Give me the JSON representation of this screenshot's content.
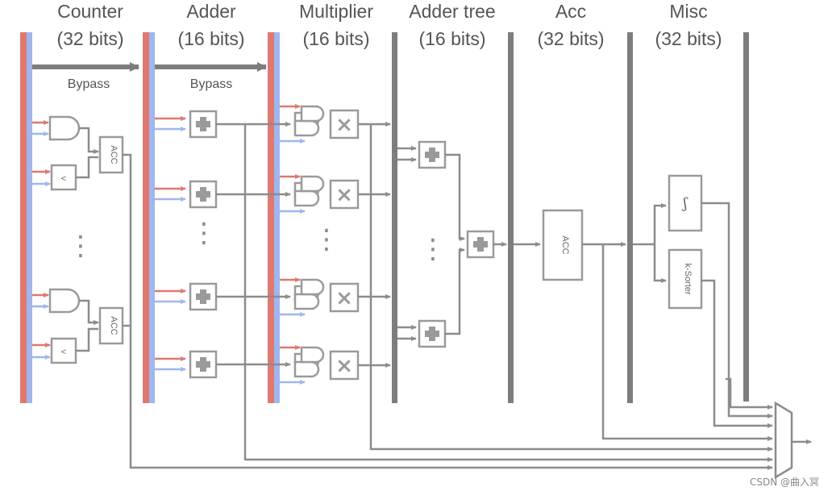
{
  "stages": [
    {
      "name": "Counter",
      "bits": "(32 bits)"
    },
    {
      "name": "Adder",
      "bits": "(16 bits)"
    },
    {
      "name": "Multiplier",
      "bits": "(16 bits)"
    },
    {
      "name": "Adder tree",
      "bits": "(16 bits)"
    },
    {
      "name": "Acc",
      "bits": "(32 bits)"
    },
    {
      "name": "Misc",
      "bits": "(32 bits)"
    }
  ],
  "bypass": [
    "Bypass",
    "Bypass"
  ],
  "blocks": {
    "acc_small": "ACC",
    "acc_large": "ACC",
    "compare": "<",
    "func": "ʃ",
    "ksorter": "k-Sorter",
    "plus": "+",
    "times": "×",
    "dots": "⋮"
  },
  "colors": {
    "bus_red": "#e07870",
    "bus_blue": "#9fb6ee",
    "wire": "#8c8c8c",
    "box": "#9a9a9a"
  },
  "watermark": "CSDN @曲入冥"
}
